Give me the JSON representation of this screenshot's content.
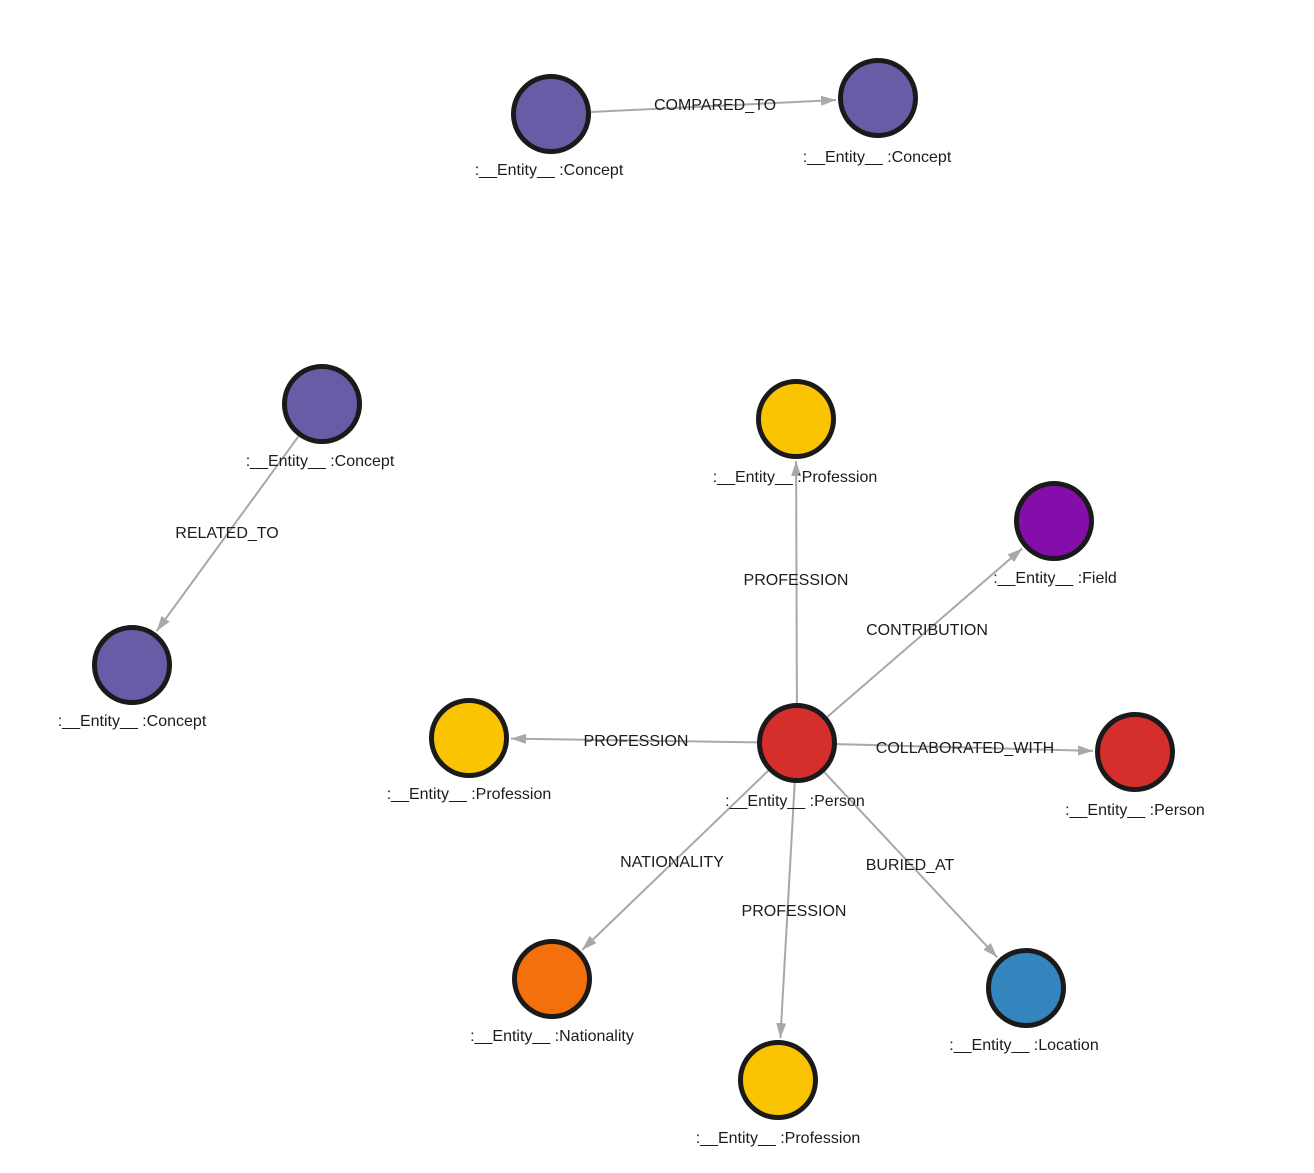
{
  "diagram": {
    "background_color": "#FFFFFF",
    "edge_color": "#A8A8A8",
    "node_border_color": "#1A1A1A",
    "label_color": "#1C1C1C"
  },
  "node_type_colors": {
    "Concept": "#685CA7",
    "Profession": "#FBC403",
    "Field": "#850DA9",
    "Person": "#D62E2B",
    "Nationality": "#F4700C",
    "Location": "#3484BD"
  },
  "nodes": [
    {
      "id": "concept-top-left",
      "type": "Concept",
      "label": ":__Entity__ :Concept",
      "color": "#685CA7"
    },
    {
      "id": "concept-top-right",
      "type": "Concept",
      "label": ":__Entity__ :Concept",
      "color": "#685CA7"
    },
    {
      "id": "concept-mid-left",
      "type": "Concept",
      "label": ":__Entity__ :Concept",
      "color": "#685CA7"
    },
    {
      "id": "concept-lower-left",
      "type": "Concept",
      "label": ":__Entity__ :Concept",
      "color": "#685CA7"
    },
    {
      "id": "profession-top",
      "type": "Profession",
      "label": ":__Entity__ :Profession",
      "color": "#FBC403"
    },
    {
      "id": "field",
      "type": "Field",
      "label": ":__Entity__ :Field",
      "color": "#850DA9"
    },
    {
      "id": "profession-left",
      "type": "Profession",
      "label": ":__Entity__ :Profession",
      "color": "#FBC403"
    },
    {
      "id": "person-center",
      "type": "Person",
      "label": ":__Entity__ :Person",
      "color": "#D62E2B"
    },
    {
      "id": "person-right",
      "type": "Person",
      "label": ":__Entity__ :Person",
      "color": "#D62E2B"
    },
    {
      "id": "nationality",
      "type": "Nationality",
      "label": ":__Entity__ :Nationality",
      "color": "#F4700C"
    },
    {
      "id": "profession-bottom",
      "type": "Profession",
      "label": ":__Entity__ :Profession",
      "color": "#FBC403"
    },
    {
      "id": "location",
      "type": "Location",
      "label": ":__Entity__ :Location",
      "color": "#3484BD"
    }
  ],
  "edges": [
    {
      "label": "COMPARED_TO",
      "from": "concept-top-left",
      "to": "concept-top-right"
    },
    {
      "label": "RELATED_TO",
      "from": "concept-mid-left",
      "to": "concept-lower-left"
    },
    {
      "label": "PROFESSION",
      "from": "person-center",
      "to": "profession-top"
    },
    {
      "label": "CONTRIBUTION",
      "from": "person-center",
      "to": "field"
    },
    {
      "label": "PROFESSION",
      "from": "person-center",
      "to": "profession-left"
    },
    {
      "label": "COLLABORATED_WITH",
      "from": "person-center",
      "to": "person-right"
    },
    {
      "label": "NATIONALITY",
      "from": "person-center",
      "to": "nationality"
    },
    {
      "label": "PROFESSION",
      "from": "person-center",
      "to": "profession-bottom"
    },
    {
      "label": "BURIED_AT",
      "from": "person-center",
      "to": "location"
    }
  ]
}
